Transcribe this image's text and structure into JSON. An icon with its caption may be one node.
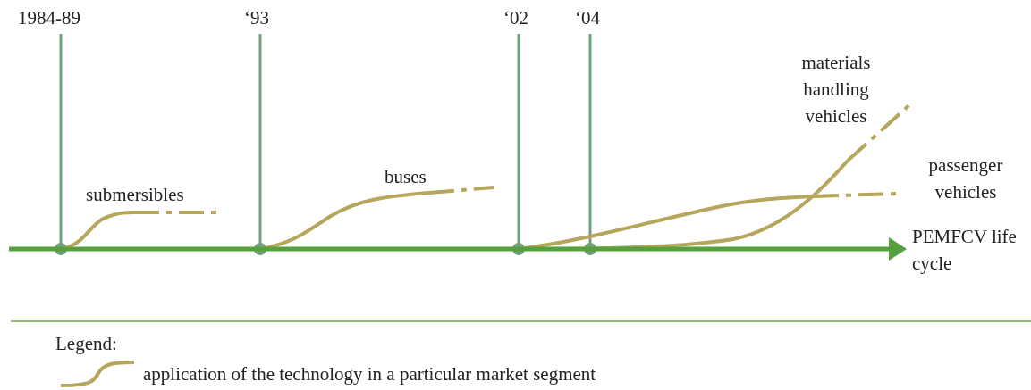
{
  "diagram": {
    "labels": [
      "1984-89",
      "‘93",
      "‘02",
      "‘04",
      "materials handling vehicles",
      "passenger vehicles",
      "submersibles",
      "buses",
      "PEMFCV life cycle",
      "Legend:"
    ],
    "legend": [
      {
        "text": "application of the technology in a particular market segment"
      }
    ]
  }
}
